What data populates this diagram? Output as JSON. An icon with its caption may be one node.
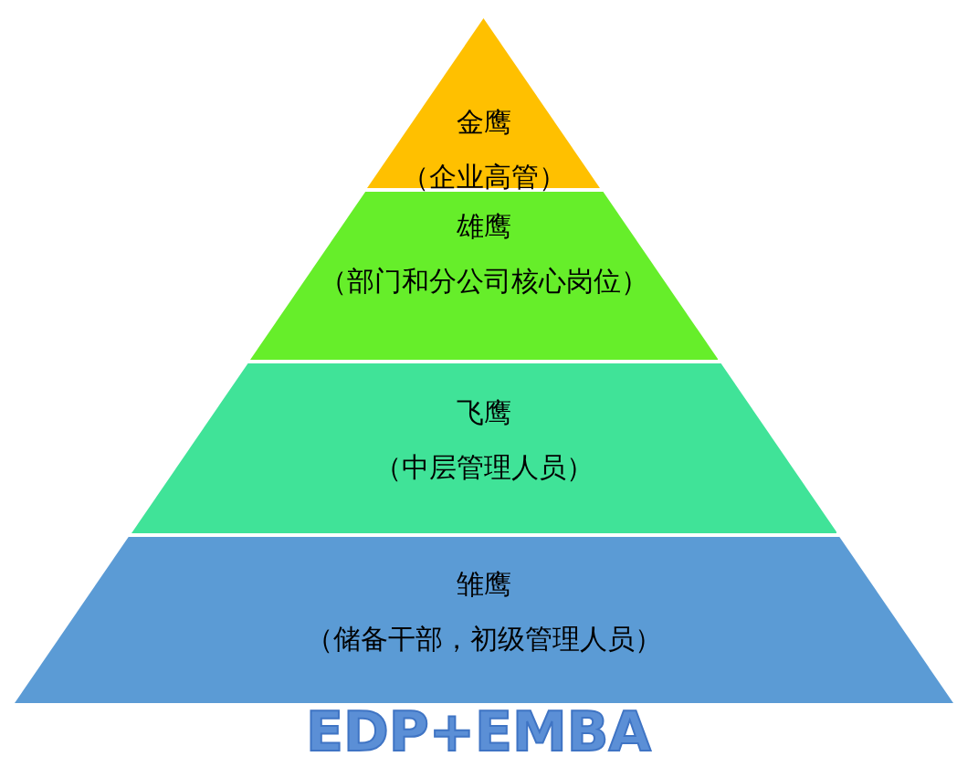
{
  "diagram": {
    "nodes": [
      {
        "text": [
          "金鹰",
          "（企业高管）"
        ]
      },
      {
        "text": [
          "雄鹰",
          "（部门和分公司核心岗位）"
        ]
      },
      {
        "text": [
          "飞鹰",
          "（中层管理人员）"
        ]
      },
      {
        "text": [
          "雏鹰",
          "（储备干部，初级管理人员）"
        ]
      }
    ],
    "labels": [
      "EDP+EMBA"
    ]
  }
}
